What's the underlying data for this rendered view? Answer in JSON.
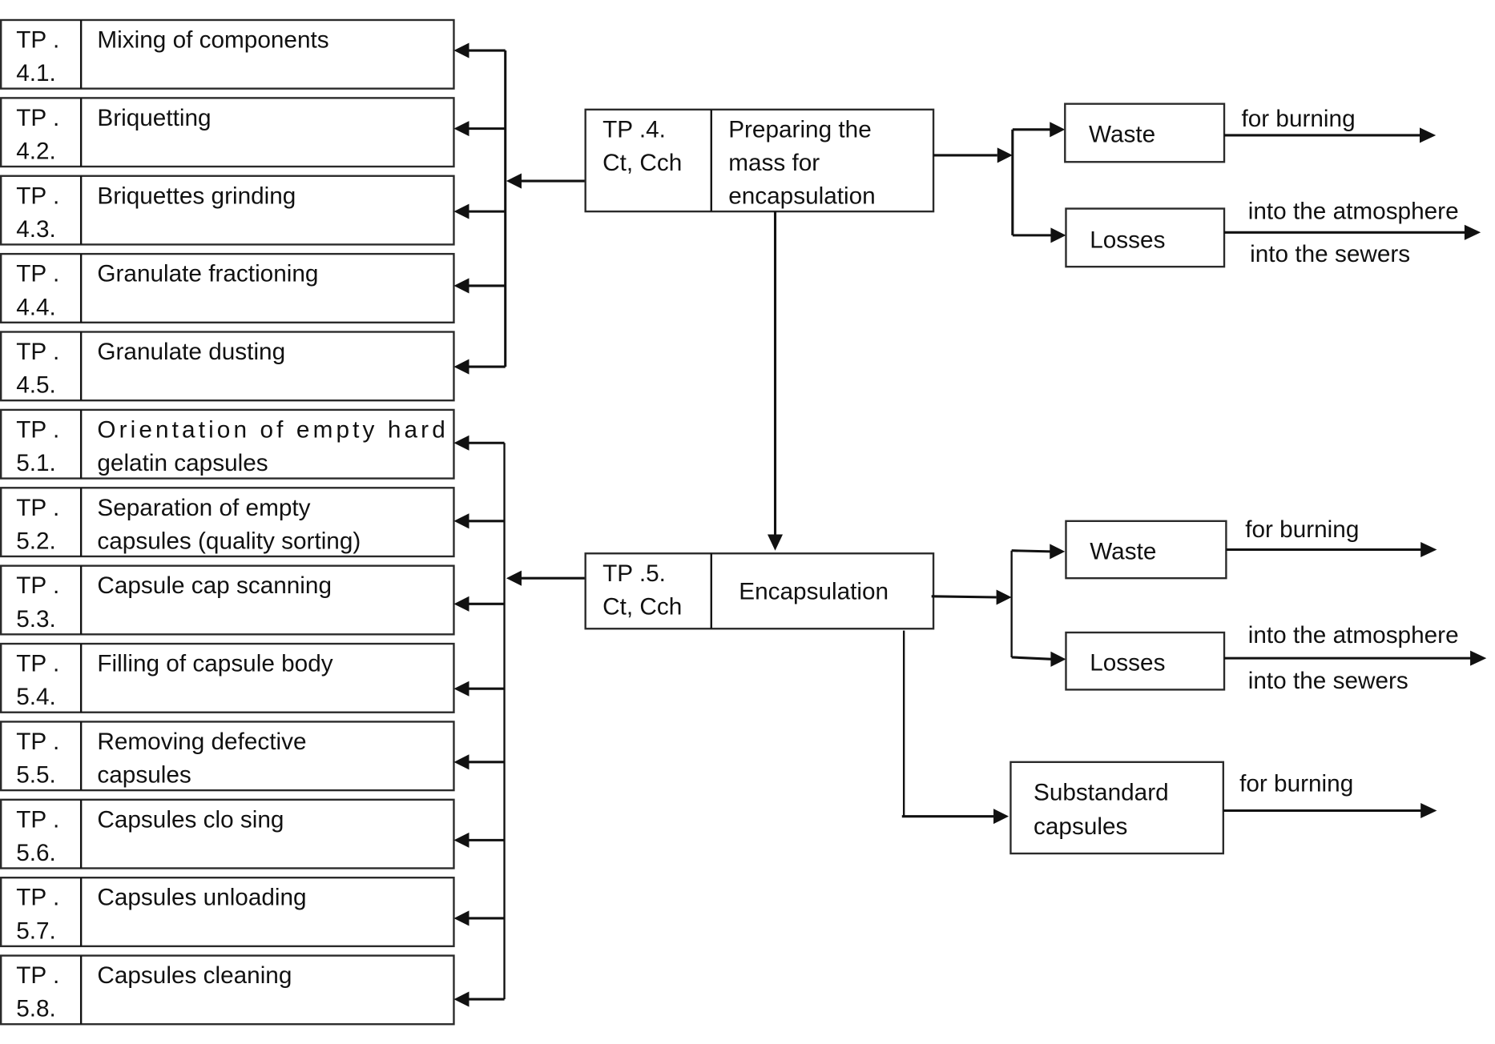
{
  "left_group_4": [
    {
      "code_line1": "TP .",
      "code_line2": "4.1.",
      "label_lines": [
        "Mixing  of components"
      ]
    },
    {
      "code_line1": "TP .",
      "code_line2": "4.2.",
      "label_lines": [
        "Briquetting"
      ]
    },
    {
      "code_line1": "TP .",
      "code_line2": "4.3.",
      "label_lines": [
        "Briquettes grinding"
      ]
    },
    {
      "code_line1": "TP .",
      "code_line2": "4.4.",
      "label_lines": [
        "Granulate fractioning"
      ]
    },
    {
      "code_line1": "TP .",
      "code_line2": "4.5.",
      "label_lines": [
        "Granulate dusting"
      ]
    }
  ],
  "left_group_5": [
    {
      "code_line1": "TP .",
      "code_line2": "5.1.",
      "label_lines": [
        "Orientation  of  empty  hard",
        "gelatin capsules"
      ]
    },
    {
      "code_line1": "TP .",
      "code_line2": "5.2.",
      "label_lines": [
        "Separation of empty",
        "capsules (quality sorting)"
      ]
    },
    {
      "code_line1": "TP .",
      "code_line2": "5.3.",
      "label_lines": [
        "Capsule cap scanning"
      ]
    },
    {
      "code_line1": "TP .",
      "code_line2": "5.4.",
      "label_lines": [
        "Filling of capsule body"
      ]
    },
    {
      "code_line1": "TP .",
      "code_line2": "5.5.",
      "label_lines": [
        "Removing defective",
        "capsules"
      ]
    },
    {
      "code_line1": "TP .",
      "code_line2": "5.6.",
      "label_lines": [
        "Capsules clo sing"
      ]
    },
    {
      "code_line1": "TP .",
      "code_line2": "5.7.",
      "label_lines": [
        "Capsules unloading"
      ]
    },
    {
      "code_line1": "TP .",
      "code_line2": "5.8.",
      "label_lines": [
        "Capsules cleaning"
      ]
    }
  ],
  "stage_4": {
    "code_line1": "TP .4.",
    "code_line2": "Ct, Cch",
    "label_lines": [
      "Preparing the",
      "mass for",
      "encapsulation"
    ]
  },
  "stage_5": {
    "code_line1": "TP .5.",
    "code_line2": "Ct, Cch",
    "label": "Encapsulation"
  },
  "outputs_4": {
    "waste": {
      "label": "Waste",
      "destination": "for burning"
    },
    "losses": {
      "label": "Losses",
      "destination_top": "into the atmosphere",
      "destination_bottom": "into the sewers"
    }
  },
  "outputs_5": {
    "waste": {
      "label": "Waste",
      "destination": "for burning"
    },
    "losses": {
      "label": "Losses",
      "destination_top": "into the atmosphere",
      "destination_bottom": "into the sewers"
    },
    "substandard": {
      "label_lines": [
        "Substandard",
        "capsules"
      ],
      "destination": "for burning"
    }
  }
}
